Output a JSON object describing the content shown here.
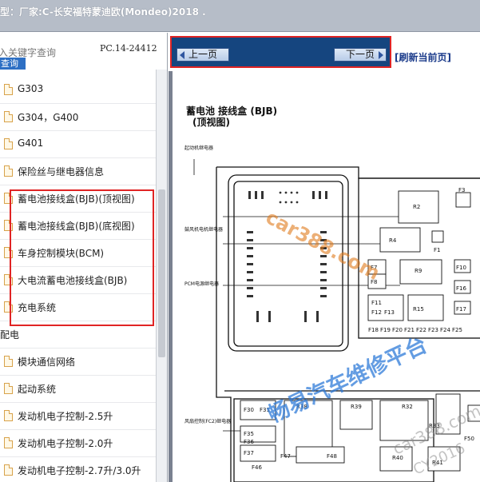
{
  "titlebar": {
    "text": "型：厂家:C-长安福特蒙迪欧(Mondeo)2018  ."
  },
  "sidebar": {
    "search_placeholder": "入关键字查询",
    "query_label": "查询",
    "pc_code": "PC.14-24412",
    "items": [
      {
        "label": "G303",
        "type": "doc"
      },
      {
        "label": "G304，G400",
        "type": "doc"
      },
      {
        "label": "G401",
        "type": "doc"
      },
      {
        "label": "保险丝与继电器信息",
        "type": "doc"
      },
      {
        "label": "蓄电池接线盒(BJB)(顶视图)",
        "type": "doc"
      },
      {
        "label": "蓄电池接线盒(BJB)(底视图)",
        "type": "doc"
      },
      {
        "label": "车身控制模块(BCM)",
        "type": "doc"
      },
      {
        "label": "大电流蓄电池接线盒(BJB)",
        "type": "doc"
      },
      {
        "label": "充电系统",
        "type": "doc"
      },
      {
        "label": "配电",
        "type": "category"
      },
      {
        "label": "模块通信网络",
        "type": "doc"
      },
      {
        "label": "起动系统",
        "type": "doc"
      },
      {
        "label": "发动机电子控制-2.5升",
        "type": "doc"
      },
      {
        "label": "发动机电子控制-2.0升",
        "type": "doc"
      },
      {
        "label": "发动机电子控制-2.7升/3.0升",
        "type": "doc"
      }
    ]
  },
  "nav": {
    "prev_label": "上一页",
    "next_label": "下一页",
    "refresh_label": "[刷新当前页]"
  },
  "diagram": {
    "title": "蓄电池 接线盒 (BJB)",
    "subtitle": "(顶视图)",
    "callouts": [
      "起动机继电器",
      "鼓风机电机继电器",
      "PCM电源继电器",
      "风扇控制(FC2)继电器"
    ],
    "fuses": [
      "F3",
      "R2",
      "R4",
      "F1",
      "F7",
      "R9",
      "F10",
      "F8",
      "F16",
      "F11",
      "F12",
      "F13",
      "R15",
      "F17",
      "F18",
      "F19",
      "F20",
      "F21",
      "F22",
      "F23",
      "F24",
      "F25",
      "F30",
      "F31",
      "R38",
      "R39",
      "R32",
      "F35",
      "F36",
      "F37",
      "F46",
      "F47",
      "F48",
      "R33",
      "F50",
      "R40",
      "R41"
    ],
    "watermarks": [
      "car388.com",
      "畅易汽车维修平台",
      "car388.com",
      "CY2016"
    ]
  }
}
